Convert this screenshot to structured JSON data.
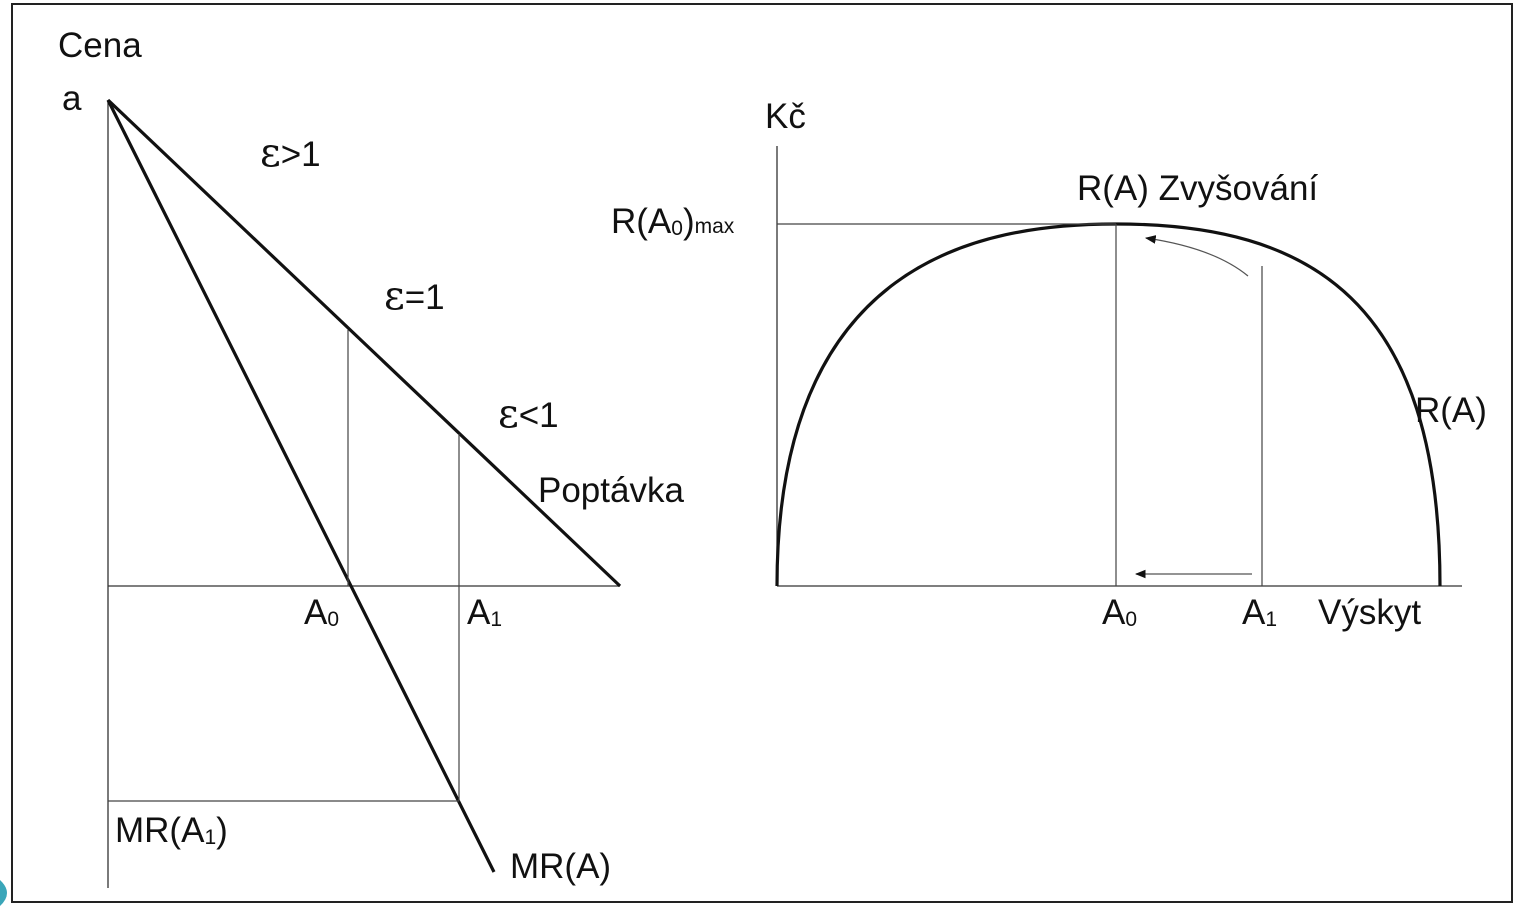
{
  "colors": {
    "background": "#ffffff",
    "ink": "#111111",
    "thin_line": "#333333",
    "corner_accent": "#3aa6b9"
  },
  "left_chart": {
    "y_axis_label": "Cena",
    "intercept_label": "a",
    "elasticity_gt": {
      "symbol": "ε",
      "rest": ">1"
    },
    "elasticity_eq": {
      "symbol": "ε",
      "rest": "=1"
    },
    "elasticity_lt": {
      "symbol": "ε",
      "rest": "<1"
    },
    "demand_label": "Poptávka",
    "a0_label": {
      "main": "A",
      "sub": "0"
    },
    "a1_label": {
      "main": "A",
      "sub": "1"
    },
    "mr_a1_label": {
      "pre": "MR(A",
      "sub": "1",
      "post": ")"
    },
    "mr_label": "MR(A)"
  },
  "right_chart": {
    "y_axis_label": "Kč",
    "max_label": {
      "pre": "R(A",
      "sub": "0",
      "post": ")",
      "tail": "max"
    },
    "increase_label": "R(A) Zvyšování",
    "curve_label": "R(A)",
    "a0_label": {
      "main": "A",
      "sub": "0"
    },
    "a1_label": {
      "main": "A",
      "sub": "1"
    },
    "x_axis_label": "Výskyt"
  }
}
